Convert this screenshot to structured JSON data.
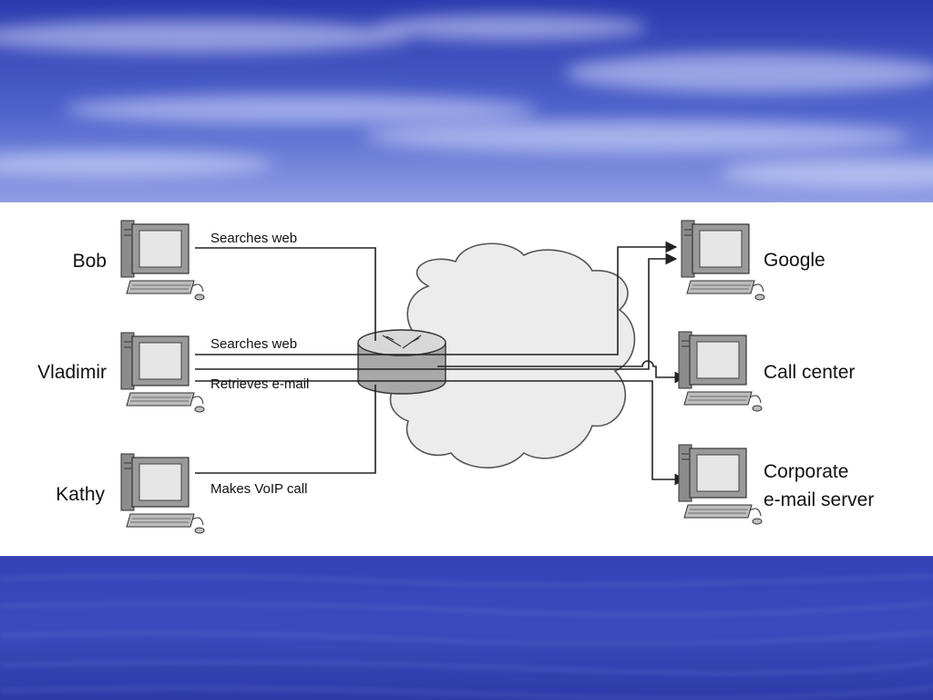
{
  "colors": {
    "sky_top": "#2f3cb0",
    "sky_mid": "#5a6cd2",
    "sea": "#3442b4",
    "figure_bg": "#ffffff",
    "line": "#222222",
    "cloud_fill": "#ececec"
  },
  "figure": {
    "users": [
      {
        "name": "Bob",
        "action": "Searches web"
      },
      {
        "name": "Vladimir",
        "actions": [
          "Searches web",
          "Retrieves e-mail"
        ]
      },
      {
        "name": "Kathy",
        "action": "Makes VoIP call"
      }
    ],
    "servers": [
      {
        "name": "Google"
      },
      {
        "name": "Call center"
      },
      {
        "name_lines": [
          "Corporate",
          "e-mail server"
        ]
      }
    ]
  }
}
